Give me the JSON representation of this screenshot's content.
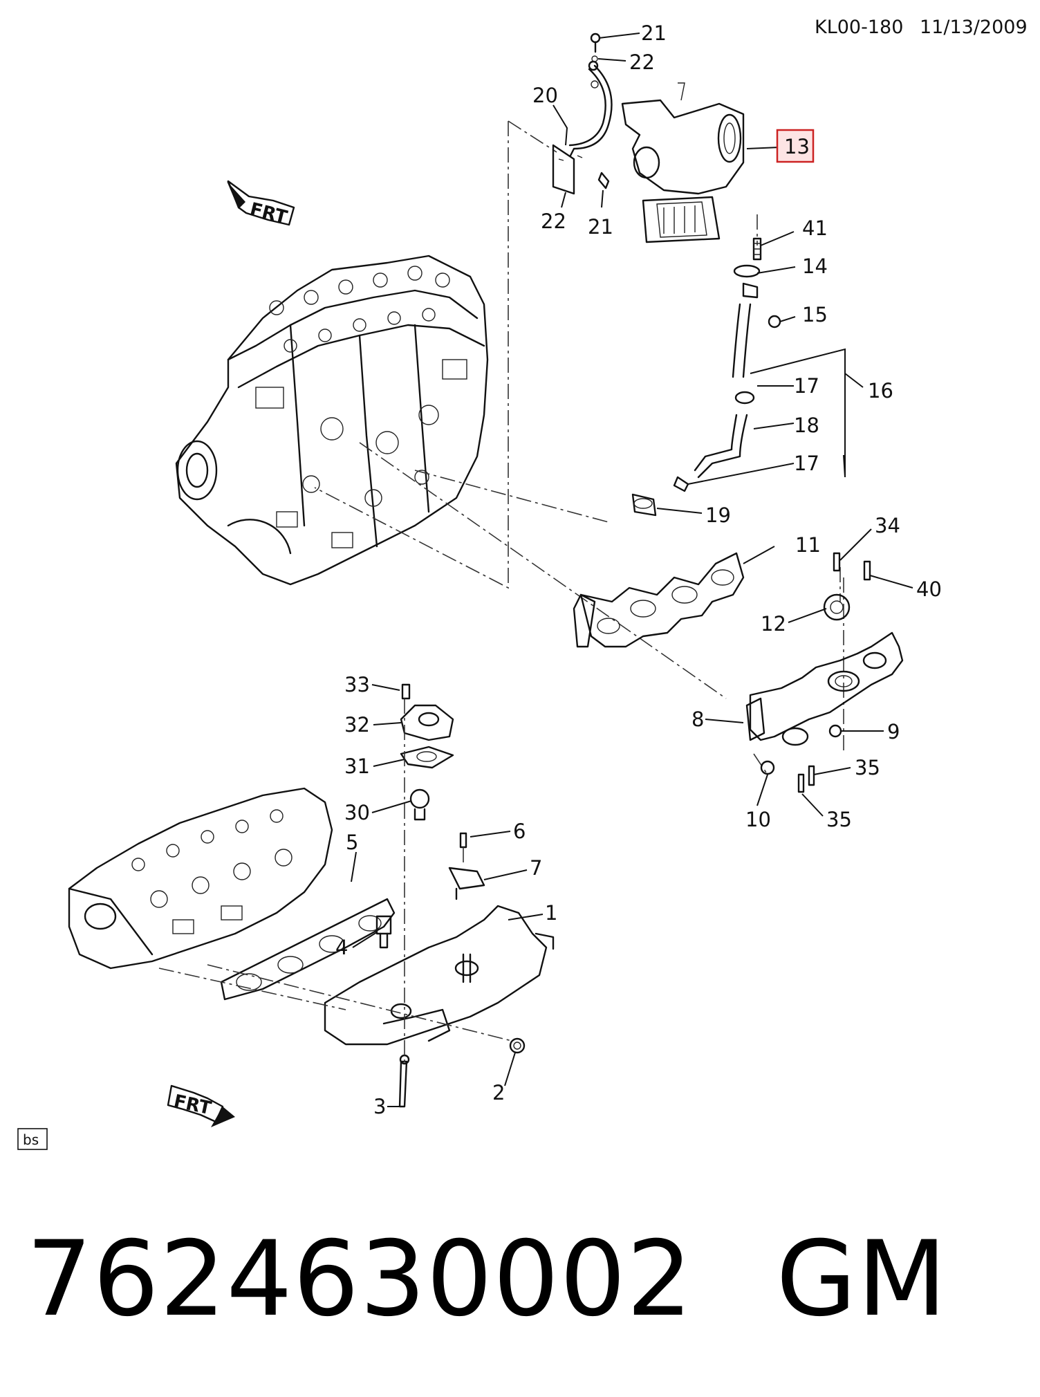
{
  "header": {
    "code": "KL00-180",
    "date": "11/13/2009"
  },
  "highlight_color": "#cc2222",
  "highlight_fill": "#fde4e4",
  "highlighted_callout": "13",
  "labels": {
    "c21a": "21",
    "c22a": "22",
    "c20": "20",
    "c13": "13",
    "c22b": "22",
    "c21b": "21",
    "c41": "41",
    "c14": "14",
    "c15": "15",
    "c17a": "17",
    "c16": "16",
    "c18": "18",
    "c17b": "17",
    "c19": "19",
    "c11": "11",
    "c34": "34",
    "c40": "40",
    "c12": "12",
    "c8": "8",
    "c9": "9",
    "c35a": "35",
    "c10": "10",
    "c35b": "35",
    "c33": "33",
    "c32": "32",
    "c31": "31",
    "c30": "30",
    "c6": "6",
    "c5": "5",
    "c7": "7",
    "c1": "1",
    "c4": "4",
    "c3": "3",
    "c2": "2"
  },
  "frt_label": "FRT",
  "box_tag": "bs",
  "footer": {
    "part_number": "762463000​2",
    "brand": "GM"
  }
}
